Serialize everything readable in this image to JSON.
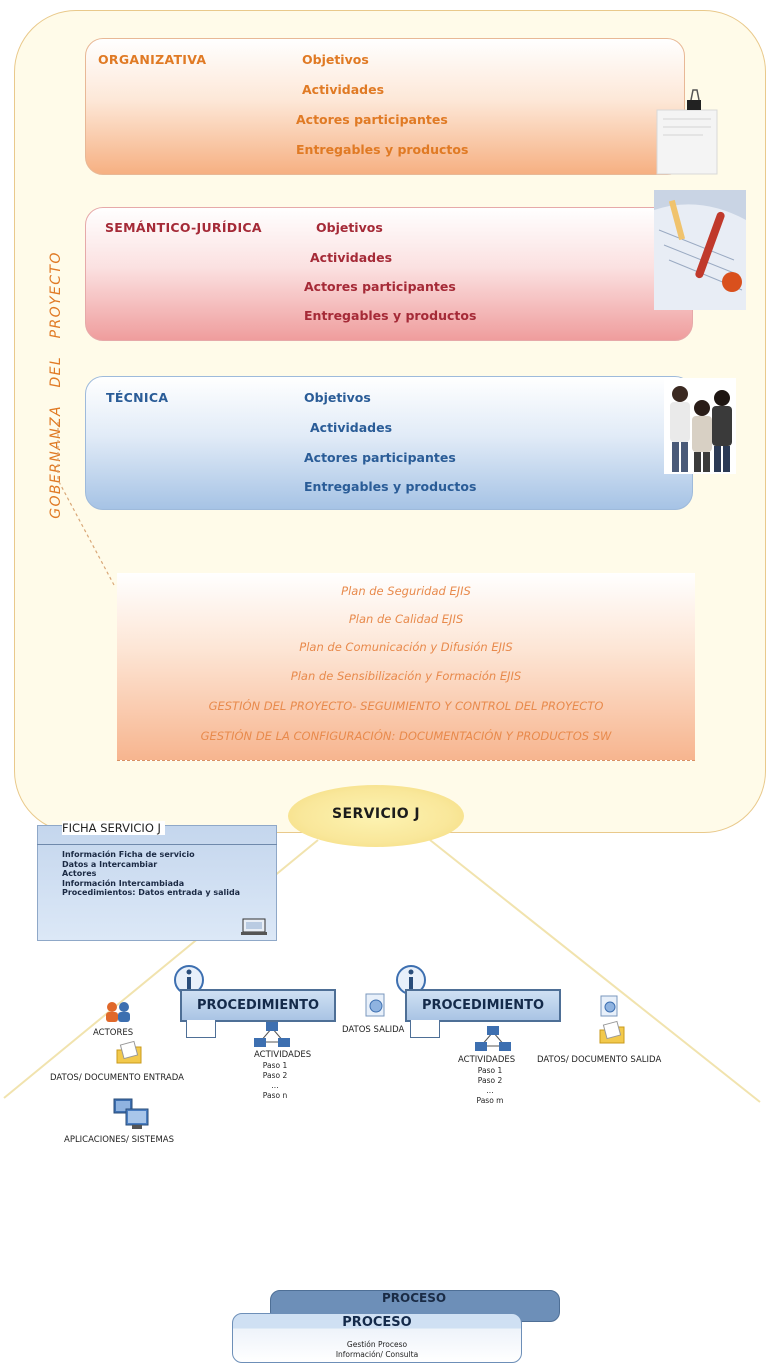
{
  "governance": {
    "label": "GOBERNANZA   DEL   PROYECTO",
    "sections": [
      {
        "title": "ORGANIZATIVA",
        "items": [
          "Objetivos",
          "Actividades",
          "Actores participantes",
          "Entregables y productos"
        ]
      },
      {
        "title": "SEMÁNTICO-JURÍDICA",
        "items": [
          "Objetivos",
          "Actividades",
          "Actores participantes",
          "Entregables y productos"
        ]
      },
      {
        "title": "TÉCNICA",
        "items": [
          "Objetivos",
          "Actividades",
          "Actores participantes",
          "Entregables y productos"
        ]
      }
    ],
    "plans": [
      "Plan de Seguridad EJIS",
      "Plan de Calidad EJIS",
      "Plan de Comunicación y Difusión EJIS",
      "Plan de Sensibilización y Formación EJIS",
      "GESTIÓN DEL PROYECTO- SEGUIMIENTO Y CONTROL DEL PROYECTO",
      "GESTIÓN DE LA CONFIGURACIÓN: DOCUMENTACIÓN Y PRODUCTOS SW"
    ]
  },
  "service": {
    "ficha_title": "FICHA SERVICIO J",
    "ficha_items": [
      "Información Ficha de servicio",
      "Datos a Intercambiar",
      "Actores",
      "Información Intercambiada",
      "Procedimientos: Datos entrada y salida"
    ],
    "servicio_label": "SERVICIO J",
    "procedimiento_label": "PROCEDIMIENTO",
    "actores_label": "ACTORES",
    "datos_entrada_label": "DATOS/ DOCUMENTO ENTRADA",
    "aplicaciones_label": "APLICACIONES/ SISTEMAS",
    "datos_salida_label": "DATOS SALIDA",
    "datos_doc_salida_label": "DATOS/ DOCUMENTO SALIDA",
    "actividades_label": "ACTIVIDADES",
    "left_steps": [
      "Paso 1",
      "Paso 2",
      "...",
      "Paso n"
    ],
    "right_steps": [
      "Paso 1",
      "Paso 2",
      "...",
      "Paso m"
    ],
    "proceso_label": "PROCESO",
    "proceso_sub": [
      "Gestión Proceso",
      "Información/ Consulta"
    ]
  }
}
